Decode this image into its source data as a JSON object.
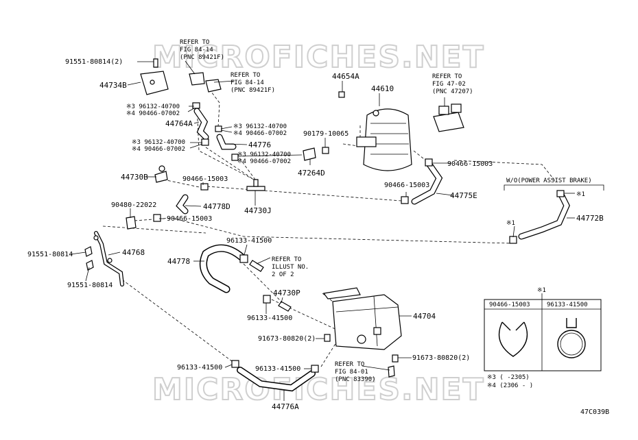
{
  "watermark": "MICROFICHES.NET",
  "figure_code": "47C039B",
  "parts": {
    "p91551_top": "91551-80814(2)",
    "p44734B": "44734B",
    "p96132_1": "※3 96132-40700",
    "p90466_1": "※4 90466-07002",
    "p44764A": "44764A",
    "p96132_2": "※3 96132-40700",
    "p90466_2": "※4 90466-07002",
    "p44730B": "44730B",
    "p90466_15003_a": "90466-15003",
    "p44778D": "44778D",
    "p90480": "90480-22022",
    "p90466_15003_b": "90466-15003",
    "p91551_mid": "91551-80814",
    "p44768": "44768",
    "p91551_low": "91551-80814",
    "refer1_l1": "REFER TO",
    "refer1_l2": "FIG 84-14",
    "refer1_l3": "(PNC 89421F)",
    "refer2_l1": "REFER TO",
    "refer2_l2": "FIG 84-14",
    "refer2_l3": "(PNC 89421F)",
    "p96132_3": "※3 96132-40700",
    "p90466_3": "※4 90466-07002",
    "p44776": "44776",
    "p96132_4": "※3 96132-40700",
    "p90466_4": "※4 90466-07002",
    "p44730J": "44730J",
    "p44654A": "44654A",
    "p44610": "44610",
    "p90179": "90179-10065",
    "p47264D": "47264D",
    "refer3_l1": "REFER TO",
    "refer3_l2": "FIG 47-02",
    "refer3_l3": "(PNC 47207)",
    "p90466_15003_c": "90466-15003",
    "p90466_15003_d": "90466-15003",
    "p44775E": "44775E",
    "wo_label": "W/O(POWER ASSIST BRAKE)",
    "x1_a": "※1",
    "x1_b": "※1",
    "p44772B": "44772B",
    "p96133_a": "96133-41500",
    "p44778": "44778",
    "refer4_l1": "REFER TO",
    "refer4_l2": "ILLUST NO.",
    "refer4_l3": "2 OF 2",
    "p44730P": "44730P",
    "p96133_b": "96133-41500",
    "p44704": "44704",
    "p91673_a": "91673-80820(2)",
    "p91673_b": "91673-80820(2)",
    "refer5_l1": "REFER TO",
    "refer5_l2": "FIG 84-01",
    "refer5_l3": "(PNC 83390)",
    "p96133_c": "96133-41500",
    "p96133_d": "96133-41500",
    "p44776A": "44776A"
  },
  "clip_table": {
    "marker": "※1",
    "col1": "90466-15003",
    "col2": "96133-41500",
    "note3": "※3 (     -2305)",
    "note4": "※4 (2306 -     )"
  }
}
